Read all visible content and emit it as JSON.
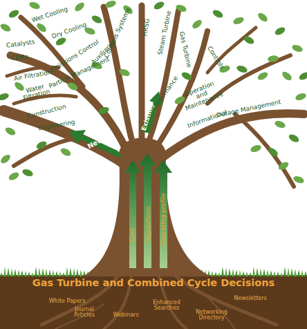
{
  "diagram": {
    "title": "Gas Turbine and Combined Cycle Decisions",
    "labels": [
      "Wet Cooling",
      "Dry Cooling",
      "Catalysts",
      "CEMs",
      "Emissions Control",
      "Auxiliaries",
      "Air Filtration",
      "Particle Management",
      "Water Filtration",
      "Controls Systems",
      "HRSG",
      "Steam Turbine",
      "Gas Turbine",
      "Controls",
      "Outage Management",
      "Construction",
      "Engineering",
      "New",
      "Existing",
      "Performance",
      "Operation and Maintenance",
      "Informational",
      "Cost",
      "Regulations",
      "Operating profile",
      "White Papers",
      "Journal Articles",
      "Webinars",
      "Enhanced Searches",
      "Networking Directory",
      "Newsletters"
    ]
  }
}
